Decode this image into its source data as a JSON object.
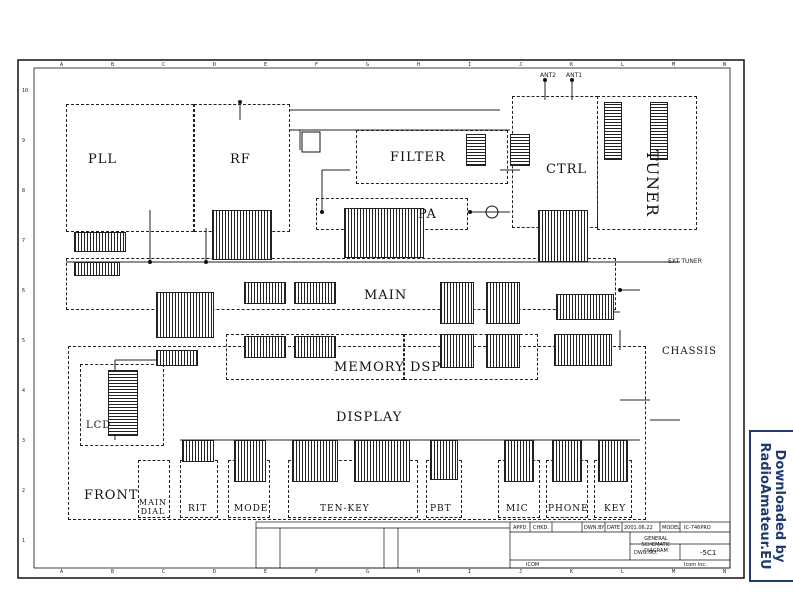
{
  "grid": {
    "columns": [
      "A",
      "B",
      "C",
      "D",
      "E",
      "F",
      "G",
      "H",
      "I",
      "J",
      "K",
      "L",
      "M",
      "N"
    ],
    "rows": [
      "10",
      "9",
      "8",
      "7",
      "6",
      "5",
      "4",
      "3",
      "2",
      "1"
    ]
  },
  "blocks": {
    "pll": "PLL",
    "rf": "RF",
    "filter": "FILTER",
    "pa": "PA",
    "ctrl": "CTRL",
    "tuner": "TUNER",
    "main": "MAIN",
    "memory": "MEMORY",
    "dsp": "DSP",
    "chassis": "CHASSIS",
    "display": "DISPLAY",
    "lcd": "LCD",
    "front": "FRONT",
    "main_dial": "MAIN DIAL",
    "rit": "RIT",
    "mode": "MODE",
    "ten_key": "TEN-KEY",
    "pbt": "PBT",
    "mic": "MIC",
    "phone": "PHONE",
    "key": "KEY"
  },
  "connectors": {
    "ant1": "ANT1",
    "ant2": "ANT2",
    "ext_tuner": "EXT TUNER"
  },
  "title_block": {
    "appd": "APPD.",
    "chkd": "CHKD.",
    "dwn_by": "DWN.BY",
    "date_label": "DATE",
    "date": "2001.06.22",
    "model_label": "MODEL",
    "model": "IC-746PRO",
    "title": "GENERAL SCHEMATIC DIAGRAM",
    "dwg_no_label": "DWG.NO.",
    "dwg_no": "-5C1",
    "maker_left": "ICOM",
    "maker_right": "Icom Inc."
  },
  "watermark": {
    "line1": "Downloaded by",
    "line2": "RadioAmateur.EU"
  }
}
